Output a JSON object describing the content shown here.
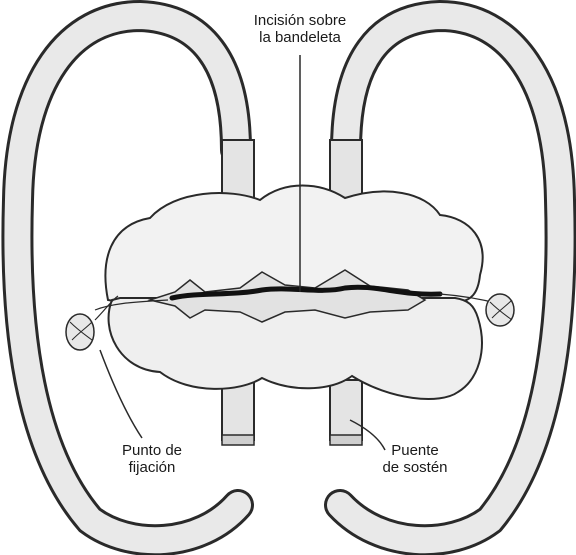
{
  "labels": {
    "incision": {
      "line1": "Incisión sobre",
      "line2": "la bandeleta"
    },
    "fixation_point": {
      "line1": "Punto de",
      "line2": "fijación"
    },
    "support_bridge": {
      "line1": "Puente",
      "line2": "de sostén"
    }
  },
  "colors": {
    "outline": "#2a2a2a",
    "fill": "#f2f2f2",
    "shade": "#d9d9d9",
    "band": "#111111"
  }
}
